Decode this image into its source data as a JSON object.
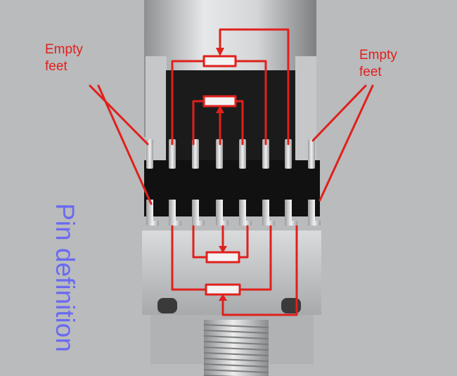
{
  "labels": {
    "empty_feet_left": [
      "Empty",
      "feet"
    ],
    "empty_feet_right": [
      "Empty",
      "feet"
    ],
    "pin_definition": "Pin definition"
  },
  "colors": {
    "annotation_red": "#e0201c",
    "pin_definition_blue": "#6a6af0",
    "background": "#b9bbbd",
    "plastic_body": "#111111",
    "metal": "#c4c6c7"
  },
  "component": {
    "type": "dual-gang-potentiometer",
    "pins_per_row": 8,
    "rows": 2
  }
}
